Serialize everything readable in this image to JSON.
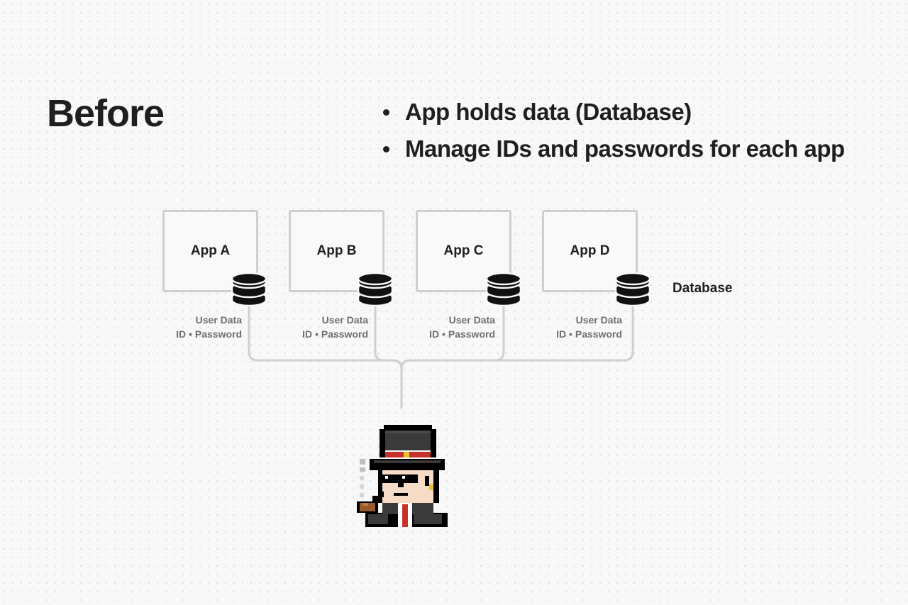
{
  "title": "Before",
  "bullets": [
    "App holds data (Database)",
    "Manage IDs and passwords for each app"
  ],
  "apps": [
    {
      "name": "App A",
      "data_label": "User Data",
      "cred_label": "ID • Password"
    },
    {
      "name": "App B",
      "data_label": "User Data",
      "cred_label": "ID • Password"
    },
    {
      "name": "App C",
      "data_label": "User Data",
      "cred_label": "ID • Password"
    },
    {
      "name": "App D",
      "data_label": "User Data",
      "cred_label": "ID • Password"
    }
  ],
  "database_caption": "Database",
  "colors": {
    "box_border": "#cfcfcf",
    "line": "#cfcfcf",
    "text": "#1f1f1f",
    "label": "#6f6f6f",
    "database": "#111111"
  },
  "icons": {
    "database": "database-icon",
    "user": "pixel-detective-icon"
  }
}
